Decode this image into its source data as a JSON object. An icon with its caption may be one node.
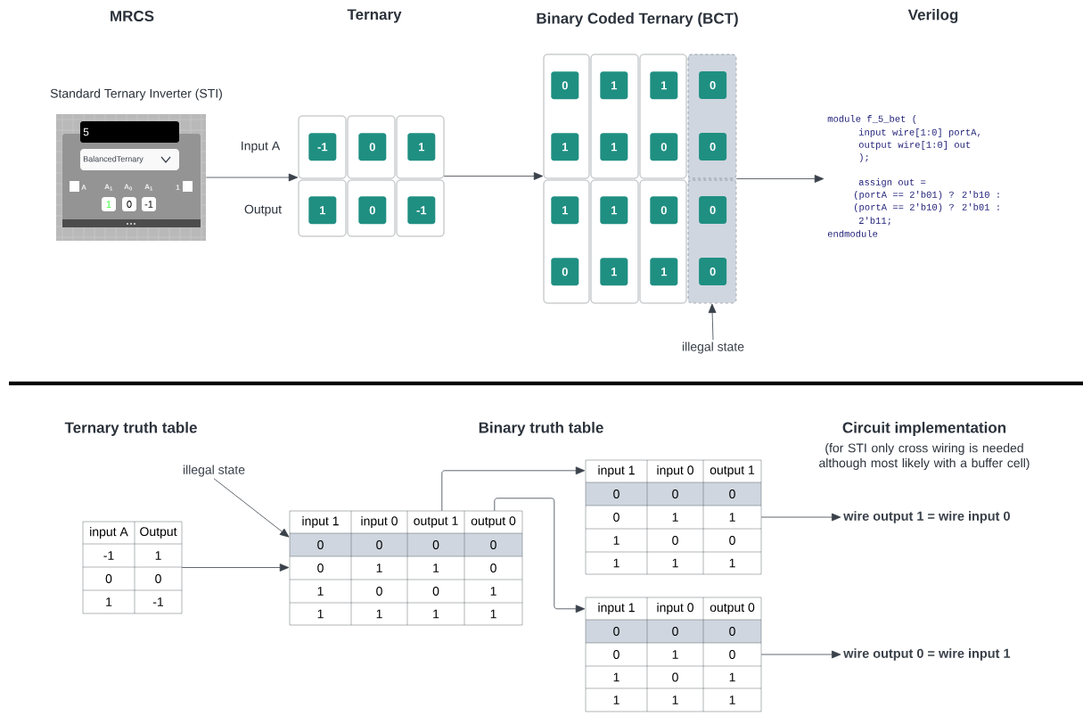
{
  "diagram": {
    "nodes": [
      {
        "text": [
          "MRCS",
          "Standard Ternary Inverter (STI)",
          "5",
          "BalancedTernary",
          "A",
          "A$_{1}$",
          "A$_{0}$",
          "A$_{1}$",
          "1",
          "1",
          "0",
          "-1"
        ]
      },
      {
        "text": [
          "Ternary"
        ]
      },
      {
        "text": [
          "-1"
        ],
        "in": 1
      },
      {
        "text": [
          "0"
        ],
        "in": 1
      },
      {
        "text": [
          "1"
        ],
        "in": 1
      },
      {
        "text": [
          "1"
        ],
        "in": 1
      },
      {
        "text": [
          "0"
        ],
        "in": 1
      },
      {
        "text": [
          "-1"
        ],
        "in": 1
      },
      {
        "text": [
          "Binary Coded Ternary (BCT)"
        ]
      },
      {
        "text": [],
        "shape": "box",
        "in": 8
      },
      {
        "text": [
          "0"
        ],
        "in": 8
      },
      {
        "text": [
          "1"
        ],
        "in": 8
      },
      {
        "text": [
          "1"
        ],
        "in": 8
      },
      {
        "text": [
          "0"
        ],
        "in": 9
      },
      {
        "text": [
          "1"
        ],
        "in": 8
      },
      {
        "text": [
          "1"
        ],
        "in": 8
      },
      {
        "text": [
          "0"
        ],
        "in": 8
      },
      {
        "text": [
          "0"
        ],
        "in": 9
      },
      {
        "text": [
          "1"
        ],
        "in": 8
      },
      {
        "text": [
          "1"
        ],
        "in": 8
      },
      {
        "text": [
          "0"
        ],
        "in": 8
      },
      {
        "text": [
          "0"
        ],
        "in": 9
      },
      {
        "text": [
          "0"
        ],
        "in": 8
      },
      {
        "text": [
          "1"
        ],
        "in": 8
      },
      {
        "text": [
          "1"
        ],
        "in": 8
      },
      {
        "text": [
          "0"
        ],
        "in": 9
      },
      {
        "text": [
          "illegal state"
        ]
      },
      {
        "text": [
          "Verilog",
          "module f_5_bet (",
          "input wire[1:0] portA,",
          "output wire[1:0] out",
          ");",
          "assign out =",
          "(portA == 2'b01) ? 2'b10 :",
          "(portA == 2'b10) ? 2'b01 :",
          "2'b11;",
          "endmodule"
        ]
      },
      {
        "text": [
          "illegal state"
        ]
      },
      {
        "text": [
          "input A",
          "Output",
          "-1",
          "1",
          "0",
          "0",
          "1",
          "-1"
        ]
      },
      {
        "text": [
          "input 1",
          "input 0",
          "output 1",
          "output 0",
          "0",
          "0",
          "0",
          "0",
          "0",
          "1",
          "1",
          "0",
          "1",
          "0",
          "0",
          "1",
          "1",
          "1",
          "1",
          "1"
        ]
      },
      {
        "text": [
          "input 1",
          "input 0",
          "output 1",
          "0",
          "0",
          "0",
          "0",
          "1",
          "1",
          "1",
          "0",
          "0",
          "1",
          "1",
          "1"
        ]
      },
      {
        "text": [
          "input 1",
          "input 0",
          "output 0",
          "0",
          "0",
          "0",
          "0",
          "1",
          "0",
          "1",
          "0",
          "1",
          "1",
          "1",
          "1"
        ]
      },
      {
        "text": [
          "wire output 1 = wire input 0"
        ]
      },
      {
        "text": [
          "wire output 0 = wire input 1"
        ]
      }
    ],
    "edges": [
      {
        "from": 0,
        "to": 1,
        "arrow": "to"
      },
      {
        "from": 1,
        "to": 8,
        "arrow": "to"
      },
      {
        "from": 8,
        "to": 27,
        "arrow": "to"
      },
      {
        "from": 26,
        "to": 9,
        "arrow": "to"
      },
      {
        "from": 28,
        "to": 30,
        "arrow": "to"
      },
      {
        "from": 29,
        "to": 30,
        "arrow": "to"
      },
      {
        "from": 30,
        "to": 31,
        "arrow": "to"
      },
      {
        "from": 30,
        "to": 32,
        "arrow": "to"
      },
      {
        "from": 31,
        "to": 33,
        "arrow": "to"
      },
      {
        "from": 32,
        "to": 34,
        "arrow": "to"
      }
    ],
    "labels": [
      "Input A",
      "Output",
      "Ternary truth table",
      "Binary truth table",
      "Circuit implementation",
      "(for STI only cross wiring is needed although most likely with a buffer cell)"
    ]
  }
}
